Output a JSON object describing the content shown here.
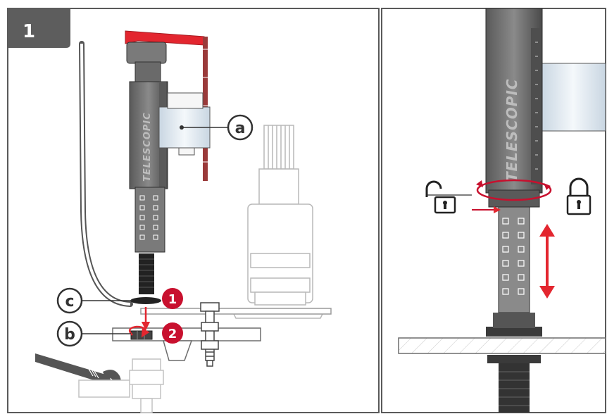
{
  "step": {
    "number": "1"
  },
  "callouts": {
    "a": "a",
    "b": "b",
    "c": "c"
  },
  "sequence": {
    "first": "1",
    "second": "2"
  },
  "brand": {
    "valve_label": "TELESCOPIC"
  },
  "colors": {
    "frame": "#5a5a5a",
    "accent_red": "#c8102e",
    "arrow_red": "#e3262f",
    "body_grey": "#6d6d6d",
    "body_light": "#9a9a9a",
    "float_blue": "#e6eef5",
    "outline": "#b9b9b9",
    "badge_bg": "#5d5d5d"
  },
  "icons": {
    "unlock": "padlock-open-icon",
    "lock": "padlock-closed-icon",
    "rotate": "rotate-arrow-icon",
    "adjust": "double-arrow-vertical-icon",
    "wrench": "adjustable-wrench-icon"
  }
}
